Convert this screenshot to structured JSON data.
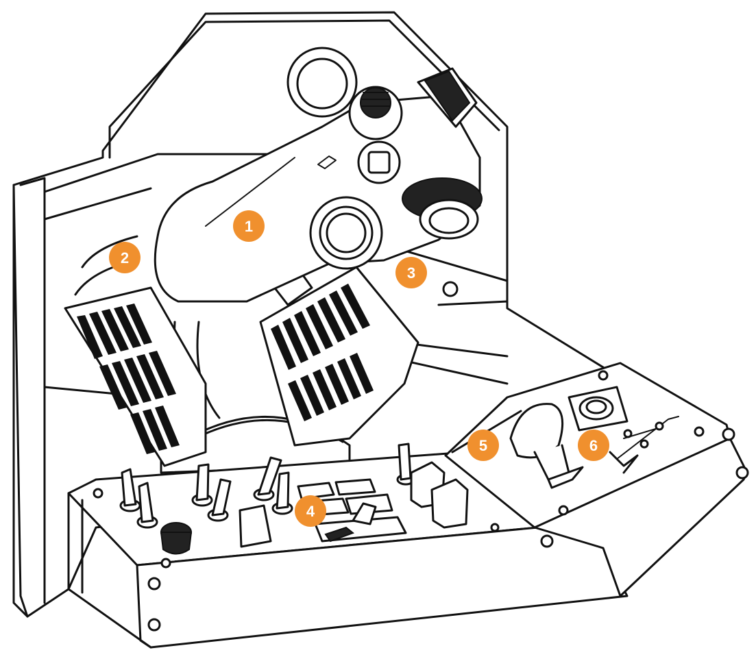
{
  "accent_color": "#F0902E",
  "callouts": [
    {
      "id": "1",
      "label": "1"
    },
    {
      "id": "2",
      "label": "2"
    },
    {
      "id": "3",
      "label": "3"
    },
    {
      "id": "4",
      "label": "4"
    },
    {
      "id": "5",
      "label": "5"
    },
    {
      "id": "6",
      "label": "6"
    }
  ],
  "illustration": {
    "subject": "flight-yoke-and-control-panel-line-drawing",
    "icons": [
      "yoke-icon",
      "throttle-lever-icon",
      "toggle-switch-icon",
      "rotary-knob-icon",
      "trim-wheel-icon"
    ]
  }
}
